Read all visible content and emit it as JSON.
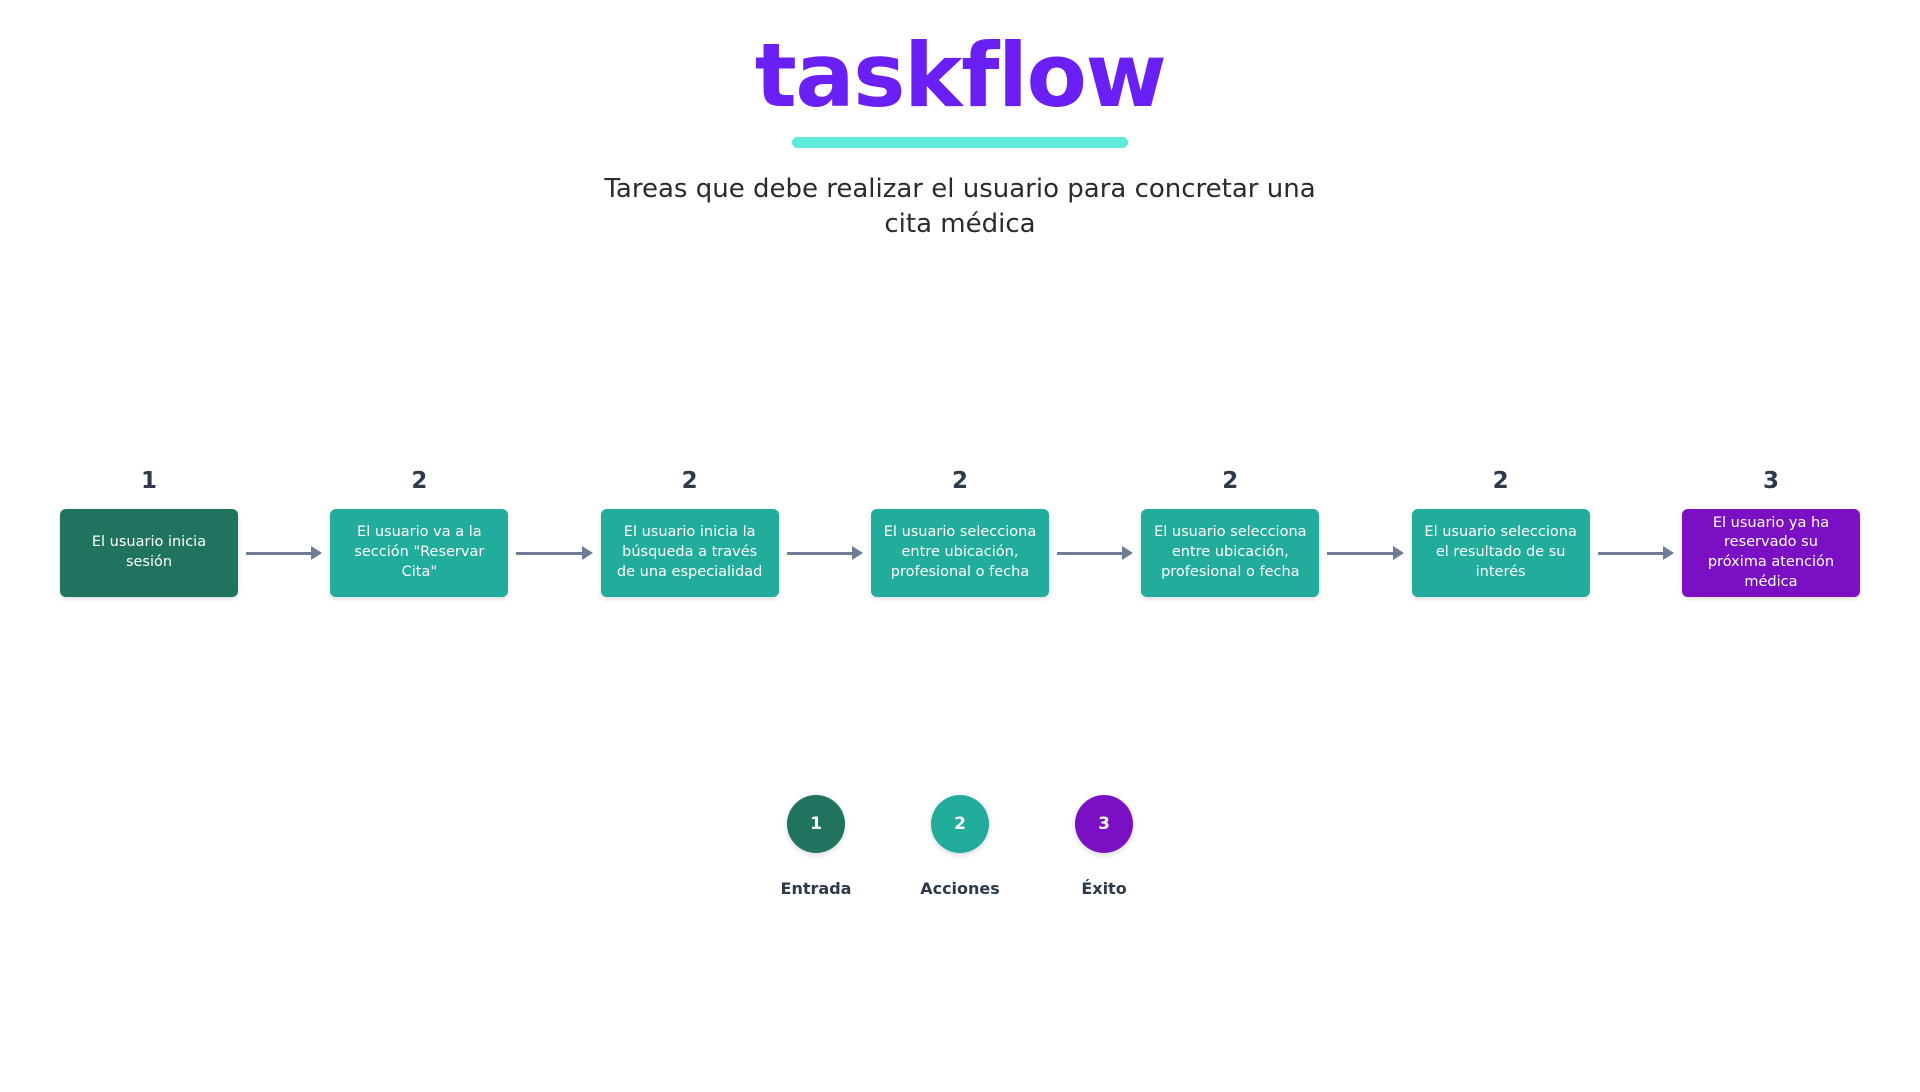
{
  "header": {
    "brand_title": "taskflow",
    "subtitle": "Tareas que debe realizar el usuario para concretar una cita médica",
    "accent_bar_color": "#5CEAD9",
    "brand_color": "#6A20F5"
  },
  "palette": {
    "entrada": "#20735F",
    "acciones": "#21AC9C",
    "exito": "#7A0FC4",
    "arrow": "#6E7D93",
    "number_text": "#2C3A4B"
  },
  "flow": {
    "steps": [
      {
        "number": "1",
        "label": "El usuario inicia sesión",
        "category": "entrada",
        "color": "#20735F"
      },
      {
        "number": "2",
        "label": "El usuario va a la sección \"Reservar Cita\"",
        "category": "acciones",
        "color": "#21AC9C"
      },
      {
        "number": "2",
        "label": "El usuario inicia la búsqueda a través de una especialidad",
        "category": "acciones",
        "color": "#21AC9C"
      },
      {
        "number": "2",
        "label": "El usuario selecciona entre ubicación, profesional o fecha",
        "category": "acciones",
        "color": "#21AC9C"
      },
      {
        "number": "2",
        "label": "El usuario selecciona entre ubicación, profesional o fecha",
        "category": "acciones",
        "color": "#21AC9C"
      },
      {
        "number": "2",
        "label": "El usuario selecciona el resultado de su interés",
        "category": "acciones",
        "color": "#21AC9C"
      },
      {
        "number": "3",
        "label": "El usuario ya ha reservado su próxima atención médica",
        "category": "exito",
        "color": "#7A0FC4"
      }
    ],
    "connector_icon": "arrow-right-icon"
  },
  "legend": {
    "items": [
      {
        "number": "1",
        "label": "Entrada",
        "color": "#20735F"
      },
      {
        "number": "2",
        "label": "Acciones",
        "color": "#21AC9C"
      },
      {
        "number": "3",
        "label": "Éxito",
        "color": "#7A0FC4"
      }
    ]
  }
}
